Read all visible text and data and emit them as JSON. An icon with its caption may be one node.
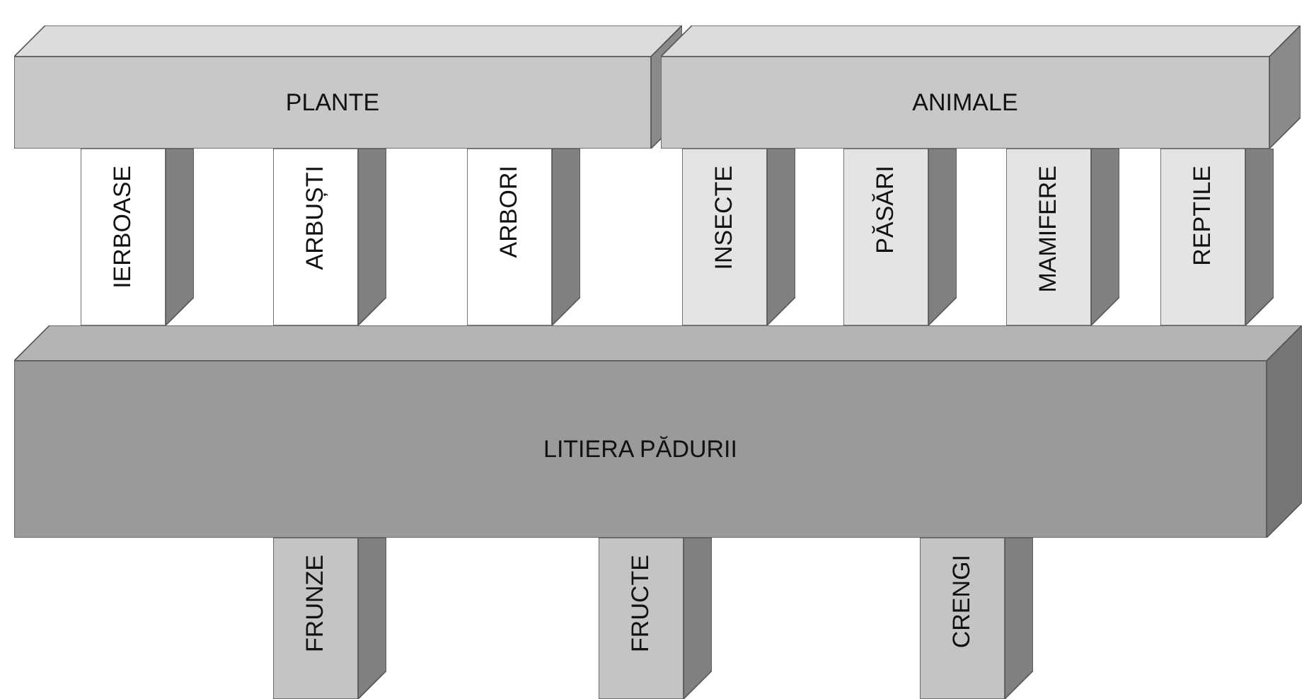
{
  "diagram": {
    "nodes": [
      {
        "text": [
          "PLANTE"
        ]
      },
      {
        "text": [
          "ANIMALE"
        ]
      },
      {
        "text": [
          "IERBOASE"
        ]
      },
      {
        "text": [
          "ARBUȘTI"
        ]
      },
      {
        "text": [
          "ARBORI"
        ]
      },
      {
        "text": [
          "INSECTE"
        ]
      },
      {
        "text": [
          "PĂSĂRI"
        ]
      },
      {
        "text": [
          "MAMIFERE"
        ]
      },
      {
        "text": [
          "REPTILE"
        ]
      },
      {
        "text": [
          "LITIERA PĂDURII"
        ]
      },
      {
        "text": [
          "FRUNZE"
        ]
      },
      {
        "text": [
          "FRUCTE"
        ]
      },
      {
        "text": [
          "CRENGI"
        ]
      }
    ]
  }
}
